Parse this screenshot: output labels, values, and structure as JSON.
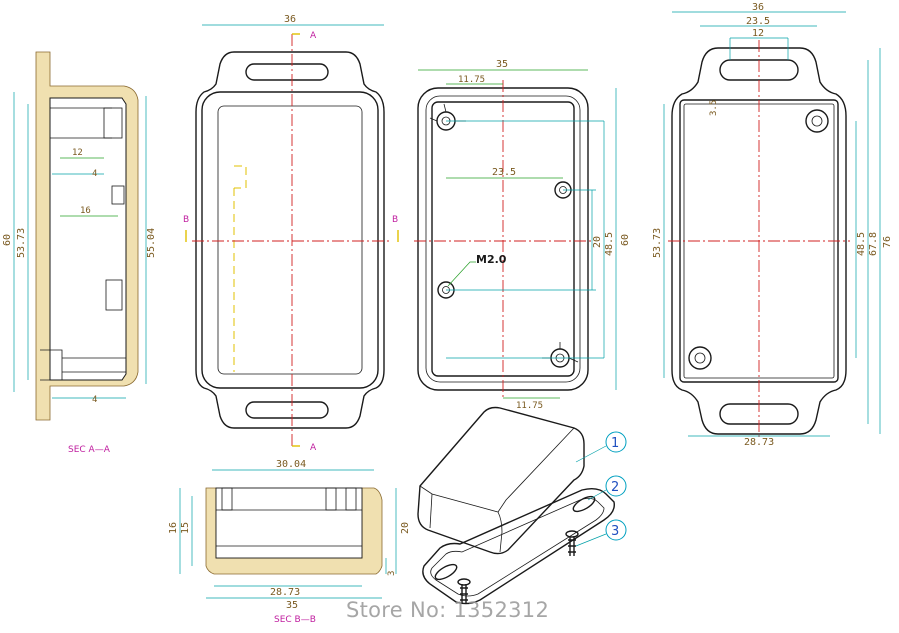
{
  "views": {
    "section_aa": {
      "label": "SEC A—A",
      "dims": [
        "60",
        "53.73",
        "12",
        "4",
        "16",
        "55.04",
        "4"
      ]
    },
    "front": {
      "section_marks": [
        "A",
        "A",
        "B",
        "B"
      ],
      "dims": [
        "36"
      ]
    },
    "interior": {
      "dims": [
        "35",
        "11.75",
        "23.5",
        "20",
        "48.5",
        "60",
        "11.75"
      ],
      "thread_label": "M2.0"
    },
    "back": {
      "dims": [
        "36",
        "23.5",
        "12",
        "3.5",
        "53.73",
        "48.5",
        "67.8",
        "76",
        "28.73"
      ]
    },
    "section_bb": {
      "label": "SEC B—B",
      "dims": [
        "30.04",
        "16",
        "15",
        "20",
        "3",
        "28.73",
        "35"
      ]
    },
    "exploded": {
      "callouts": [
        "1",
        "2",
        "3"
      ]
    }
  },
  "watermark": "Store No: 1352312",
  "colors": {
    "outline": "#1a1a1a",
    "centerline": "#d02020",
    "dimension": "#00a0a8",
    "dimension_text": "#7a5a20",
    "hatch": "#f0e0b0",
    "section_label": "#c020a0"
  }
}
